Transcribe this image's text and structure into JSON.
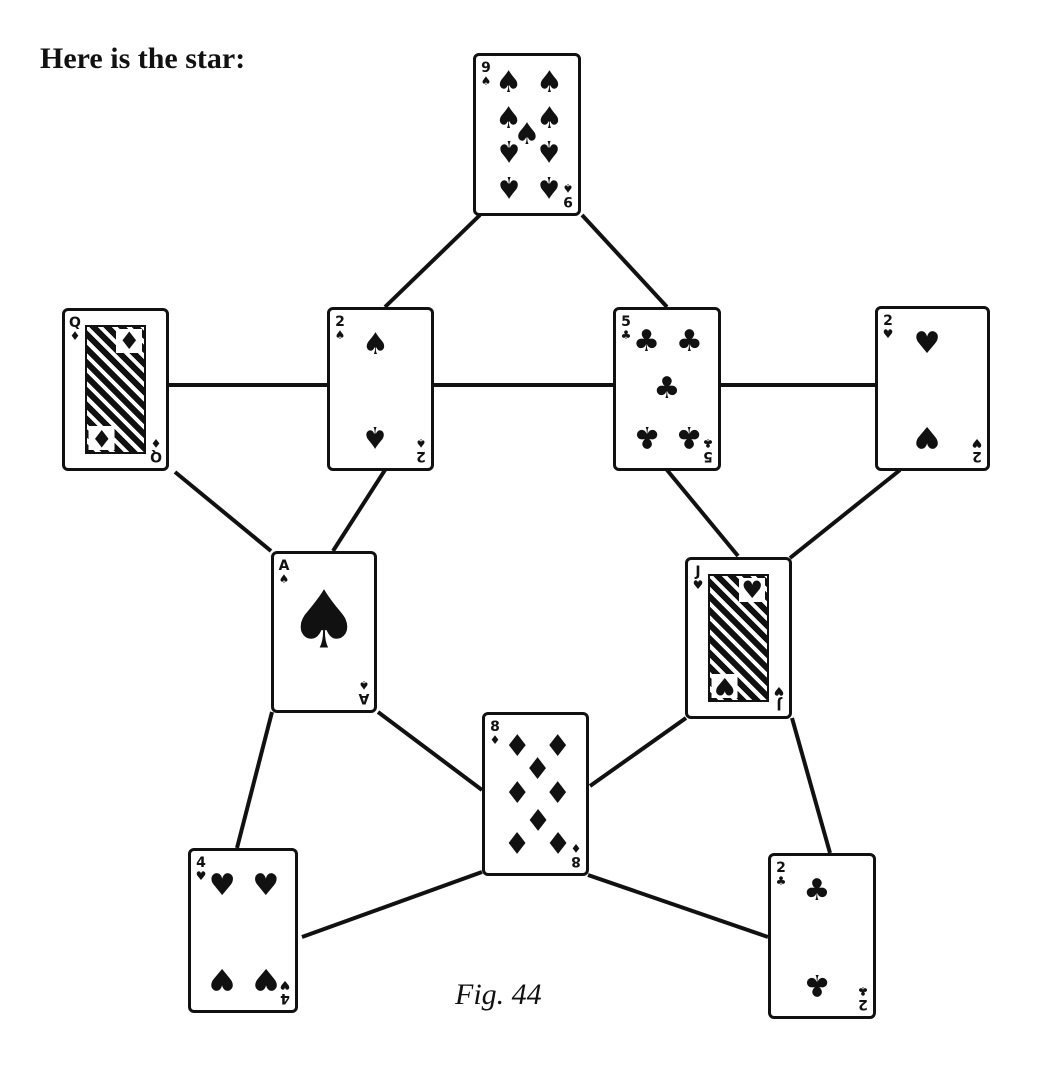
{
  "intro": "Here is the star:",
  "caption": "Fig. 44",
  "cards": [
    {
      "id": "top",
      "rank": "9",
      "suit": "♠",
      "suit_name": "spades"
    },
    {
      "id": "row1-a",
      "rank": "Q",
      "suit": "♦",
      "suit_name": "diamonds"
    },
    {
      "id": "row1-b",
      "rank": "2",
      "suit": "♠",
      "suit_name": "spades"
    },
    {
      "id": "row1-c",
      "rank": "5",
      "suit": "♣",
      "suit_name": "clubs"
    },
    {
      "id": "row1-d",
      "rank": "2",
      "suit": "♥",
      "suit_name": "hearts"
    },
    {
      "id": "mid-left",
      "rank": "A",
      "suit": "♠",
      "suit_name": "spades"
    },
    {
      "id": "mid-right",
      "rank": "J",
      "suit": "♥",
      "suit_name": "hearts"
    },
    {
      "id": "bottom-center",
      "rank": "8",
      "suit": "♦",
      "suit_name": "diamonds"
    },
    {
      "id": "bottom-left",
      "rank": "4",
      "suit": "♥",
      "suit_name": "hearts"
    },
    {
      "id": "bottom-right",
      "rank": "2",
      "suit": "♣",
      "suit_name": "clubs"
    }
  ]
}
